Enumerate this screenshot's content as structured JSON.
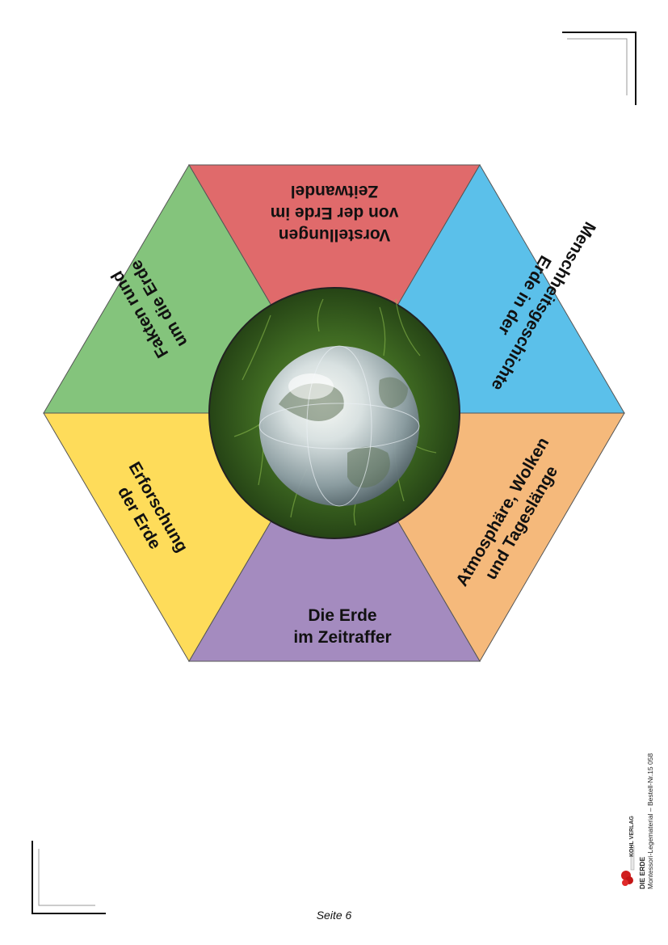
{
  "hexagon": {
    "segments": [
      {
        "id": "top",
        "text": "Vorstellungen\nvon der Erde im\nZeitwandel",
        "color": "#e06a6b"
      },
      {
        "id": "upper-right",
        "text": "Menschheitsgeschichte\nErde in der",
        "color": "#5bc0ea"
      },
      {
        "id": "lower-right",
        "text": "Atmosphäre, Wolken\nund Tageslänge",
        "color": "#f5b97b"
      },
      {
        "id": "bottom",
        "text": "Die Erde\nim Zeitraffer",
        "color": "#a48bbf"
      },
      {
        "id": "lower-left",
        "text": "Erforschung\nder Erde",
        "color": "#fedc5a"
      },
      {
        "id": "upper-left",
        "text": "Fakten rund\num die Erde",
        "color": "#84c47c"
      }
    ],
    "center_image": "glass-globe-on-grass-photo"
  },
  "side_info": {
    "title": "DIE ERDE",
    "subtitle": "Montessori-Legematerial  –  Bestell-Nr.15 058"
  },
  "publisher": {
    "name": "KOHL VERLAG",
    "logo_icon": "kohl-verlag-logo-icon"
  },
  "footer": {
    "page_label": "Seite 6"
  }
}
